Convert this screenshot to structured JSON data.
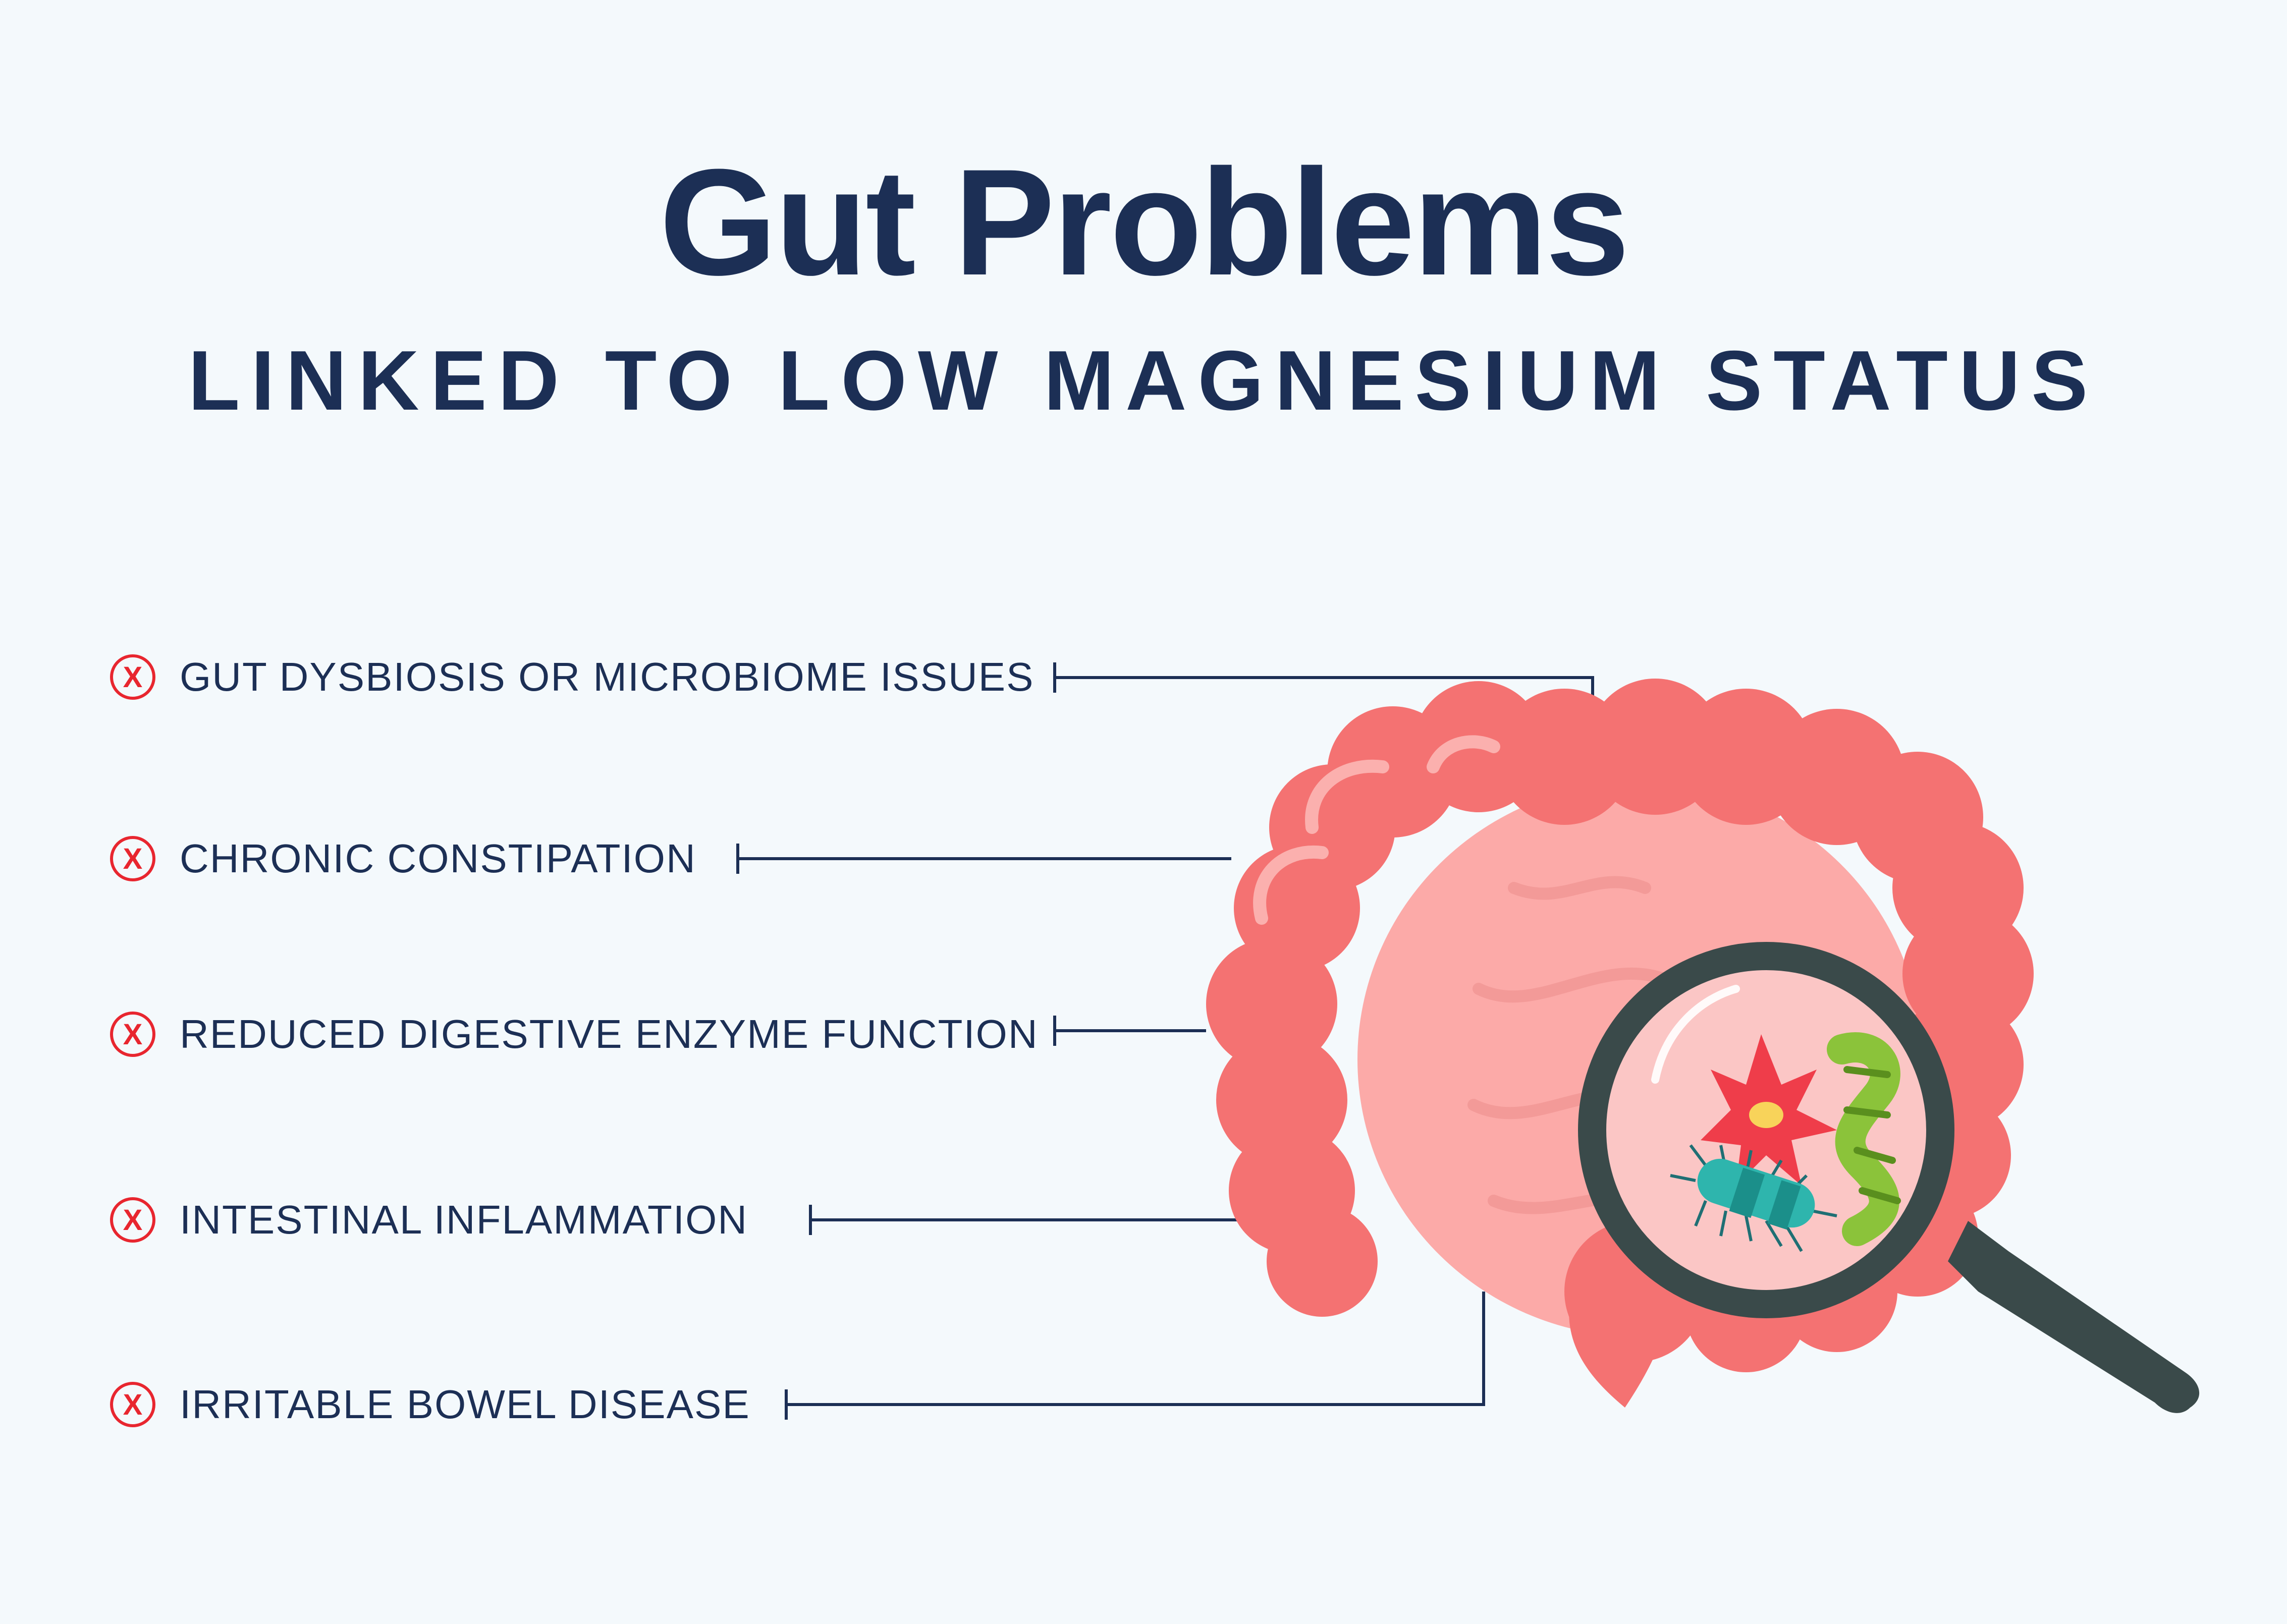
{
  "header": {
    "title": "Gut Problems",
    "subtitle": "LINKED TO LOW MAGNESIUM STATUS"
  },
  "items": [
    {
      "icon": "x-circle-icon",
      "label": "GUT DYSBIOSIS OR MICROBIOME ISSUES"
    },
    {
      "icon": "x-circle-icon",
      "label": "CHRONIC CONSTIPATION"
    },
    {
      "icon": "x-circle-icon",
      "label": "REDUCED DIGESTIVE ENZYME FUNCTION"
    },
    {
      "icon": "x-circle-icon",
      "label": "INTESTINAL INFLAMMATION"
    },
    {
      "icon": "x-circle-icon",
      "label": "IRRITABLE BOWEL DISEASE"
    }
  ],
  "icon_glyph": "X",
  "colors": {
    "text": "#1c2f55",
    "accent_red": "#e8262f",
    "colon": "#f47272",
    "small_intestine": "#fcaaa8",
    "magnifier": "#3a4a4a"
  }
}
